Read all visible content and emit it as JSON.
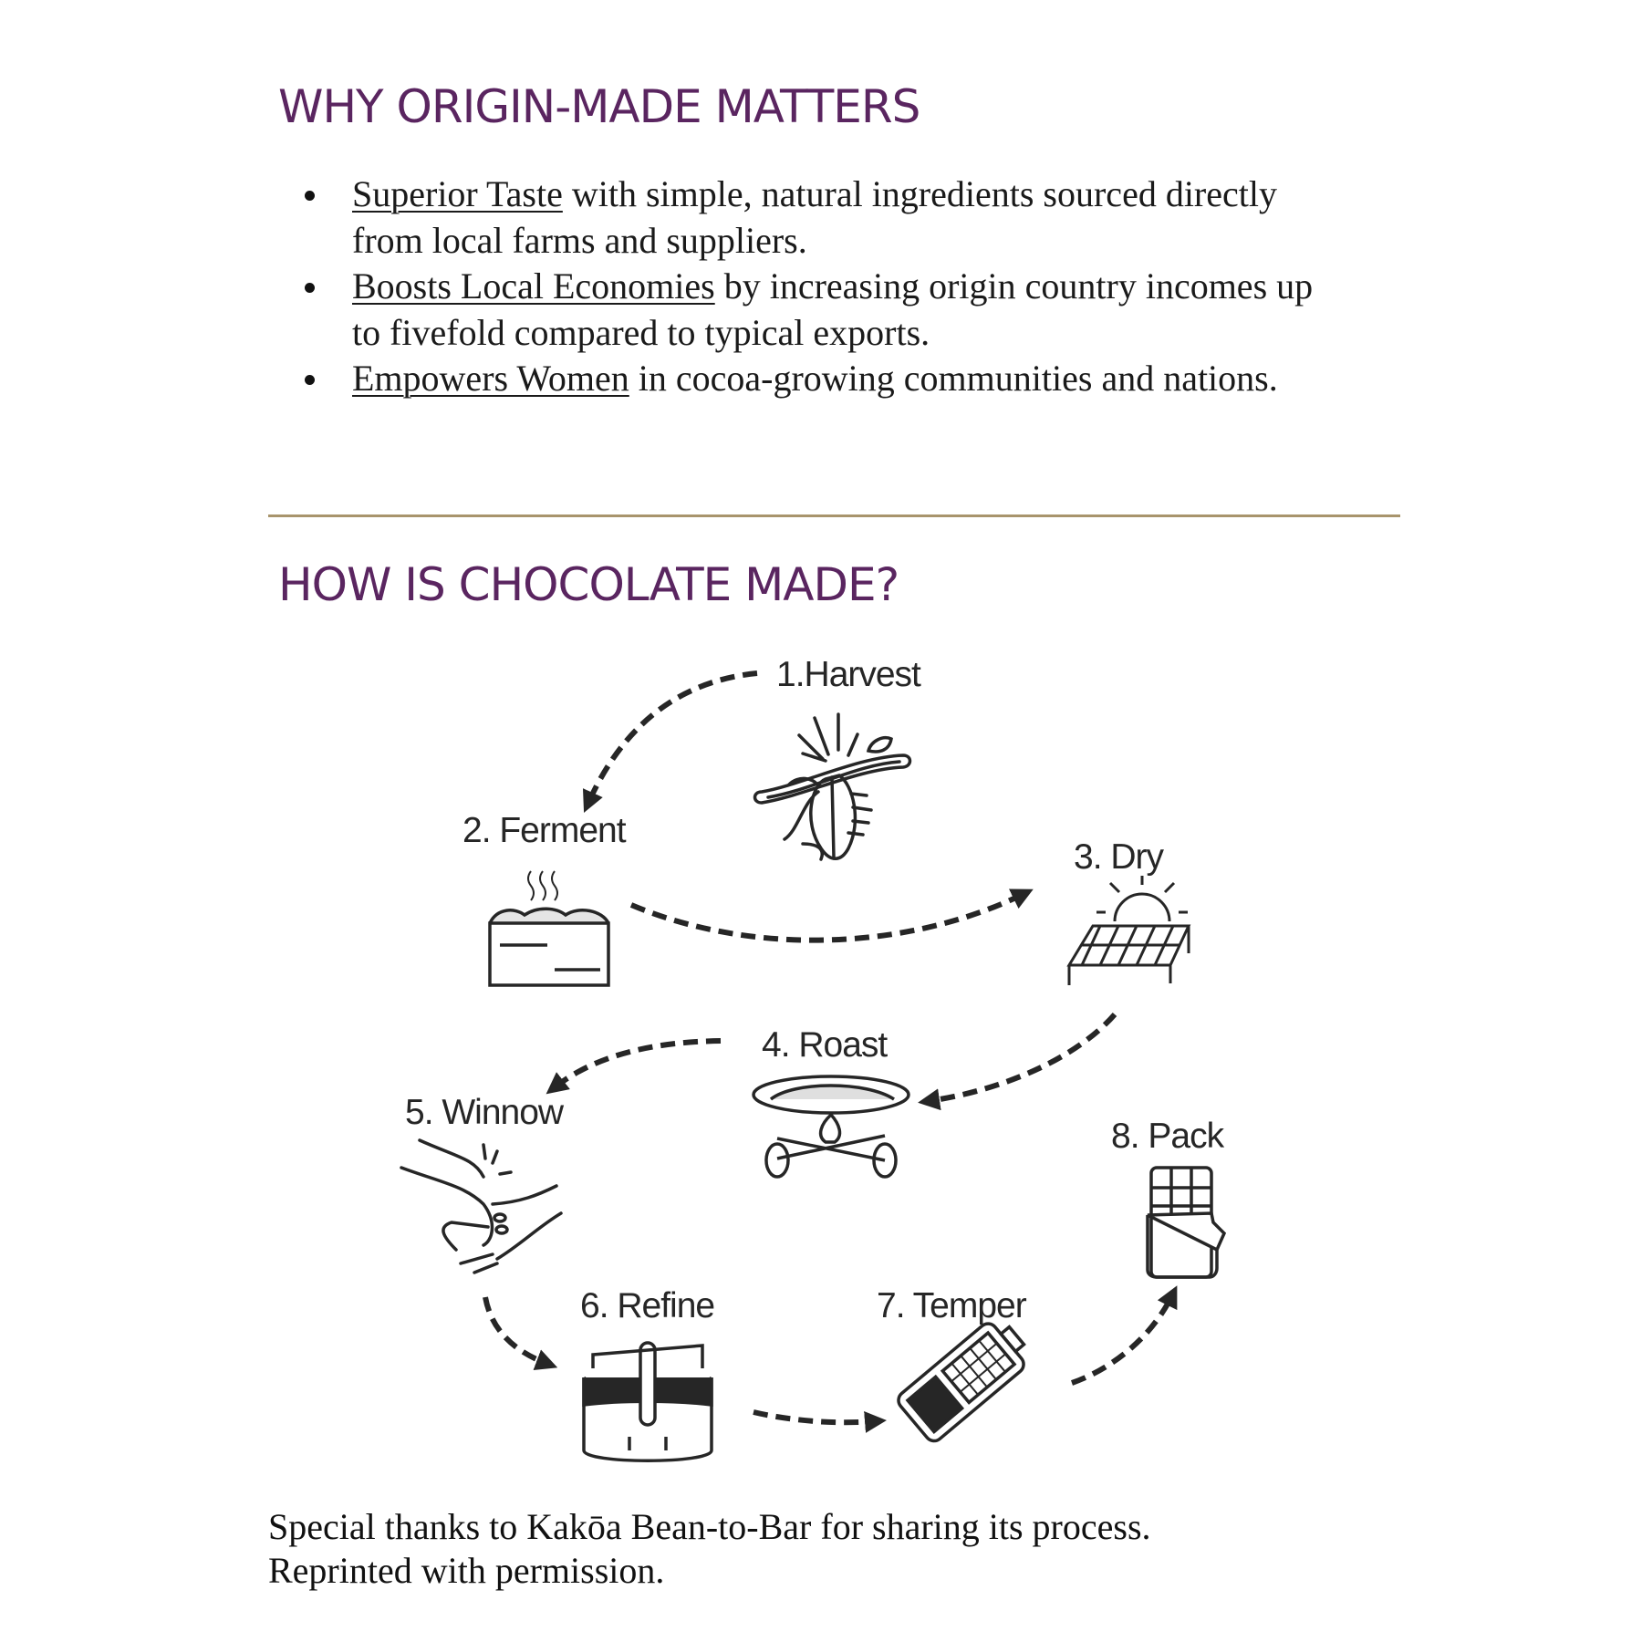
{
  "section1": {
    "title": "WHY ORIGIN-MADE MATTERS",
    "bullets": [
      {
        "emphasis": "Superior Taste",
        "rest": " with simple, natural ingredients sourced directly from local farms and suppliers."
      },
      {
        "emphasis": "Boosts Local Economies",
        "rest": " by increasing origin country incomes up to fivefold compared to typical exports."
      },
      {
        "emphasis": "Empowers Women",
        "rest": " in cocoa-growing communities and nations."
      }
    ]
  },
  "section2": {
    "title": "HOW IS CHOCOLATE MADE?",
    "steps": [
      {
        "label": "1.Harvest",
        "icon": "cacao-pod-hand-icon"
      },
      {
        "label": "2. Ferment",
        "icon": "fermenting-box-icon"
      },
      {
        "label": "3. Dry",
        "icon": "drying-rack-sun-icon"
      },
      {
        "label": "4. Roast",
        "icon": "roasting-pan-fire-icon"
      },
      {
        "label": "5. Winnow",
        "icon": "winnowing-hands-icon"
      },
      {
        "label": "6. Refine",
        "icon": "refiner-grinder-icon"
      },
      {
        "label": "7. Temper",
        "icon": "tempering-mold-icon"
      },
      {
        "label": "8. Pack",
        "icon": "wrapped-chocolate-bar-icon"
      }
    ]
  },
  "footer": {
    "line1": "Special thanks to Kakōa Bean-to-Bar for sharing its process.",
    "line2": "Reprinted with permission."
  },
  "colors": {
    "heading": "#5a2560",
    "rule": "#a8946c",
    "text": "#1a1a1a",
    "icon": "#262626"
  }
}
